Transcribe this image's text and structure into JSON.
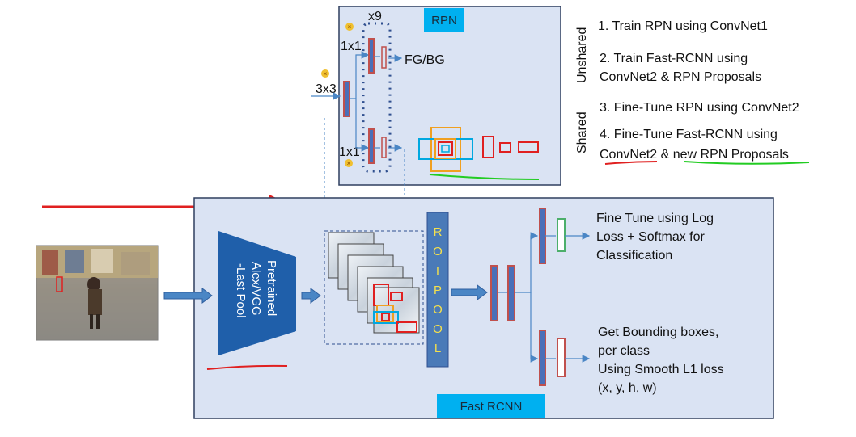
{
  "rpn": {
    "title": "RPN",
    "x9": "x9",
    "k1x1_top": "1x1",
    "k3x3": "3x3",
    "k1x1_bottom": "1x1",
    "fg_bg": "FG/BG"
  },
  "steps": {
    "unshared": "Unshared",
    "shared": "Shared",
    "s1": "1. Train RPN using ConvNet1",
    "s2_line1": "2. Train Fast-RCNN using",
    "s2_line2": "ConvNet2 & RPN Proposals",
    "s3": "3. Fine-Tune RPN using ConvNet2",
    "s4_line1": "4. Fine-Tune Fast-RCNN using",
    "s4_convnet2": "ConvNet2",
    "s4_amp": " & ",
    "s4_new": "new RPN Proposals"
  },
  "fast_rcnn": {
    "title": "Fast RCNN",
    "encoder_line1": "Pretrained",
    "encoder_line2": "Alex/VGG",
    "encoder_line3": "-Last Pool",
    "roi_letters": [
      "R",
      "O",
      "I",
      "P",
      "O",
      "O",
      "L"
    ],
    "cls_line1": "Fine Tune using Log",
    "cls_line2": "Loss + Softmax for",
    "cls_line3": "Classification",
    "bbox_line1": "Get Bounding boxes,",
    "bbox_line2": "per class",
    "bbox_line3": "Using Smooth L1 loss",
    "bbox_line4": "(x, y, h, w)"
  },
  "colors": {
    "panel_fill": "#dae3f3",
    "panel_stroke": "#2f3f5f",
    "tag_fill": "#00b0f0",
    "arrow": "#4a86c5",
    "encoder": "#1f5faa",
    "roi_fill": "#4a7ab8",
    "roi_text": "#f4e04d",
    "conv_bar": "#c0504d",
    "bar_blue": "#4a6fb8",
    "dense_green": "#4caf6a",
    "annotation_red": "#e02020",
    "annotation_green": "#22cc22",
    "proposal_orange": "#f0a020",
    "proposal_cyan": "#00a8e0"
  }
}
